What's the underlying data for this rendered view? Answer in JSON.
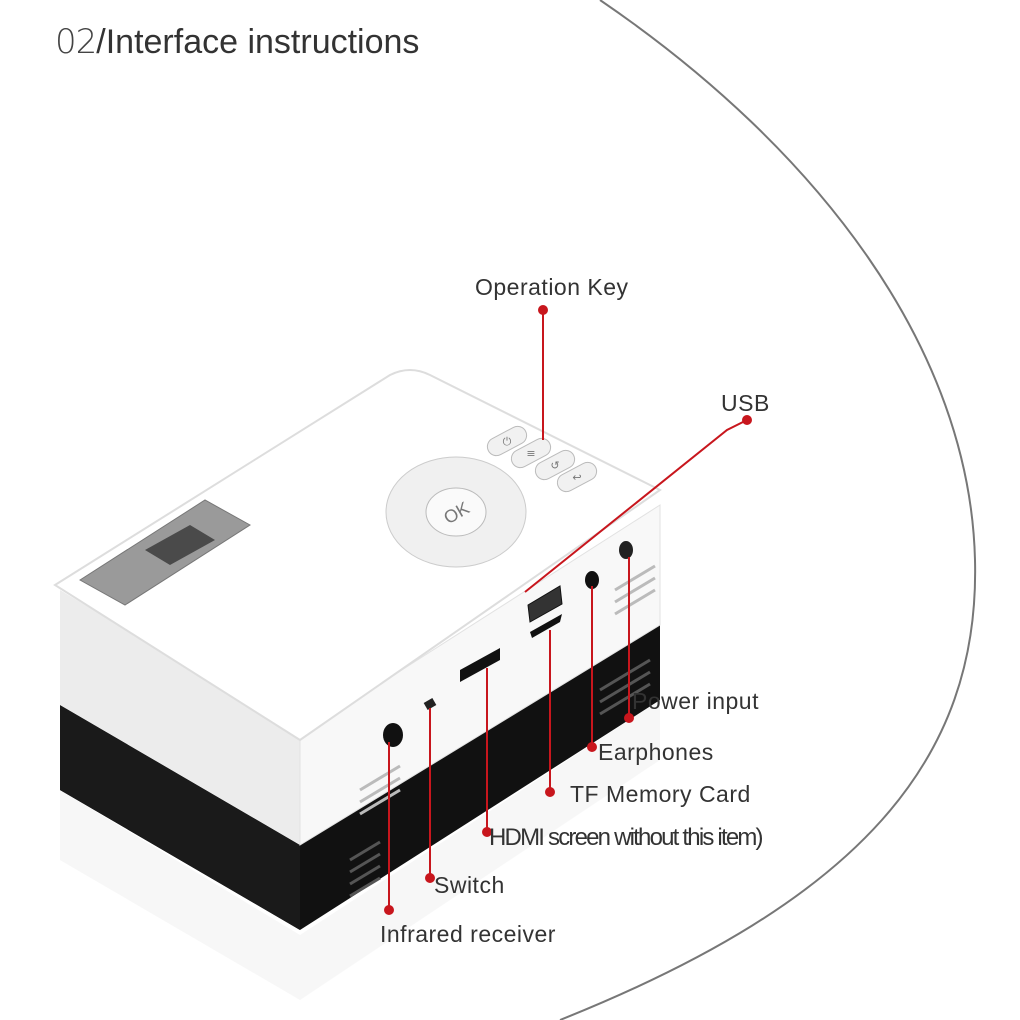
{
  "title": {
    "number": "02",
    "separator": "/",
    "text": "Interface instructions"
  },
  "labels": {
    "operation_key": "Operation Key",
    "usb": "USB",
    "power_input": "Power input",
    "earphones": "Earphones",
    "tf_card": "TF Memory Card",
    "hdmi": "HDMI screen without this item)",
    "switch": "Switch",
    "infrared": "Infrared receiver"
  },
  "device": {
    "ok_button": "OK",
    "keys": [
      "⏻",
      "≡",
      "↺",
      "↩"
    ]
  },
  "colors": {
    "callout": "#c8161d",
    "text": "#333333",
    "body": "#f4f4f4",
    "base": "#111111"
  }
}
